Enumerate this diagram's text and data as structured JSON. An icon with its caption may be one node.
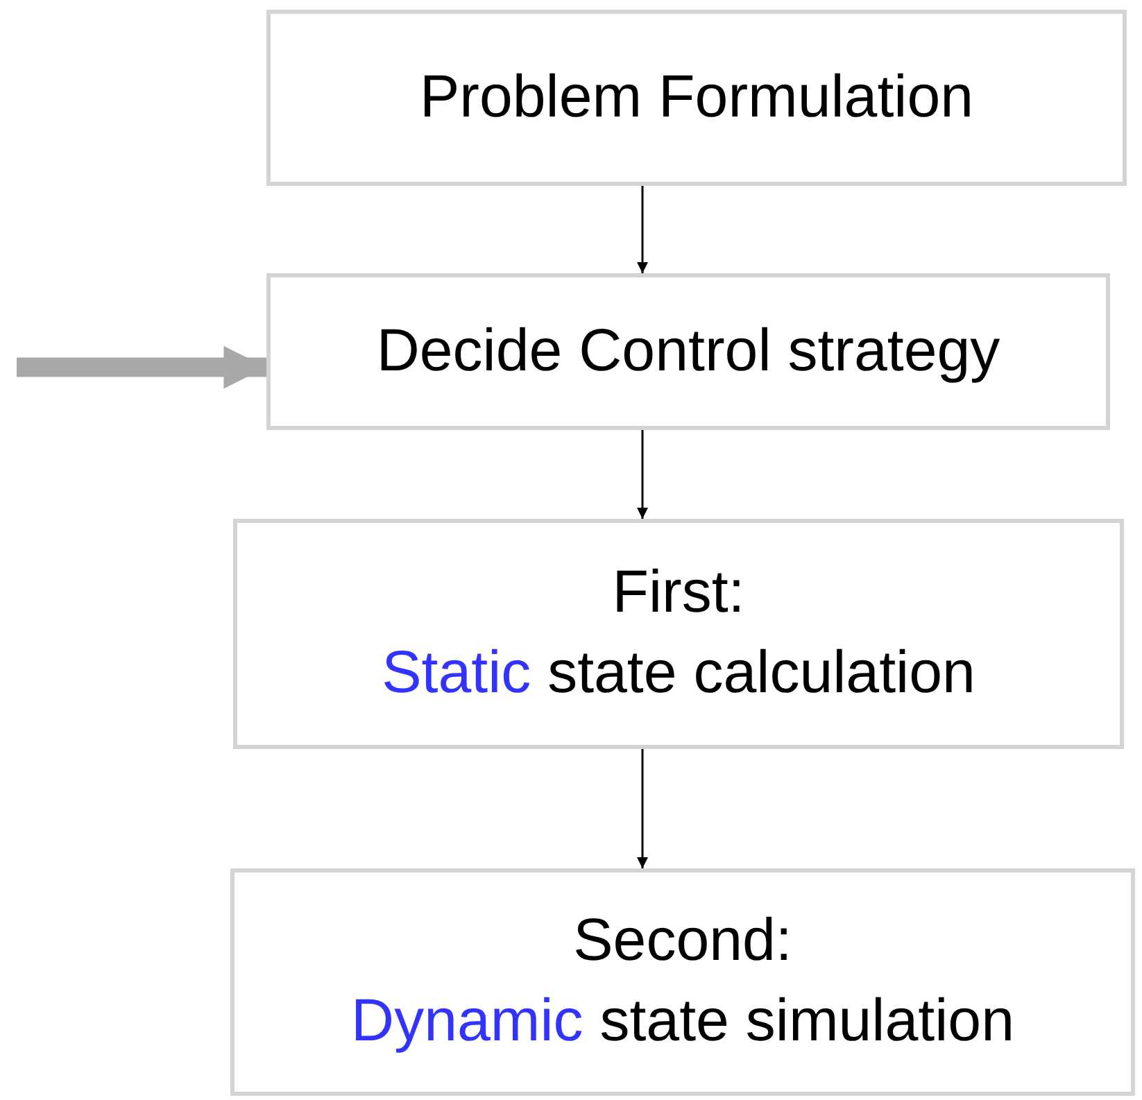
{
  "diagram": {
    "nodes": [
      {
        "text": [
          "Problem Formulation"
        ]
      },
      {
        "text": [
          "Decide Control strategy"
        ]
      },
      {
        "text": [
          "First:",
          "Static state calculation"
        ]
      },
      {
        "text": [
          "Second:",
          "Dynamic state simulation"
        ]
      }
    ],
    "edges": [
      {
        "from": 0,
        "to": 1,
        "arrow": "to"
      },
      {
        "from": 1,
        "to": 2,
        "arrow": "to"
      },
      {
        "from": 2,
        "to": 3,
        "arrow": "to"
      },
      {
        "from": null,
        "to": 1,
        "arrow": "to",
        "style": "thick",
        "color": "#a8a8a8"
      }
    ]
  }
}
